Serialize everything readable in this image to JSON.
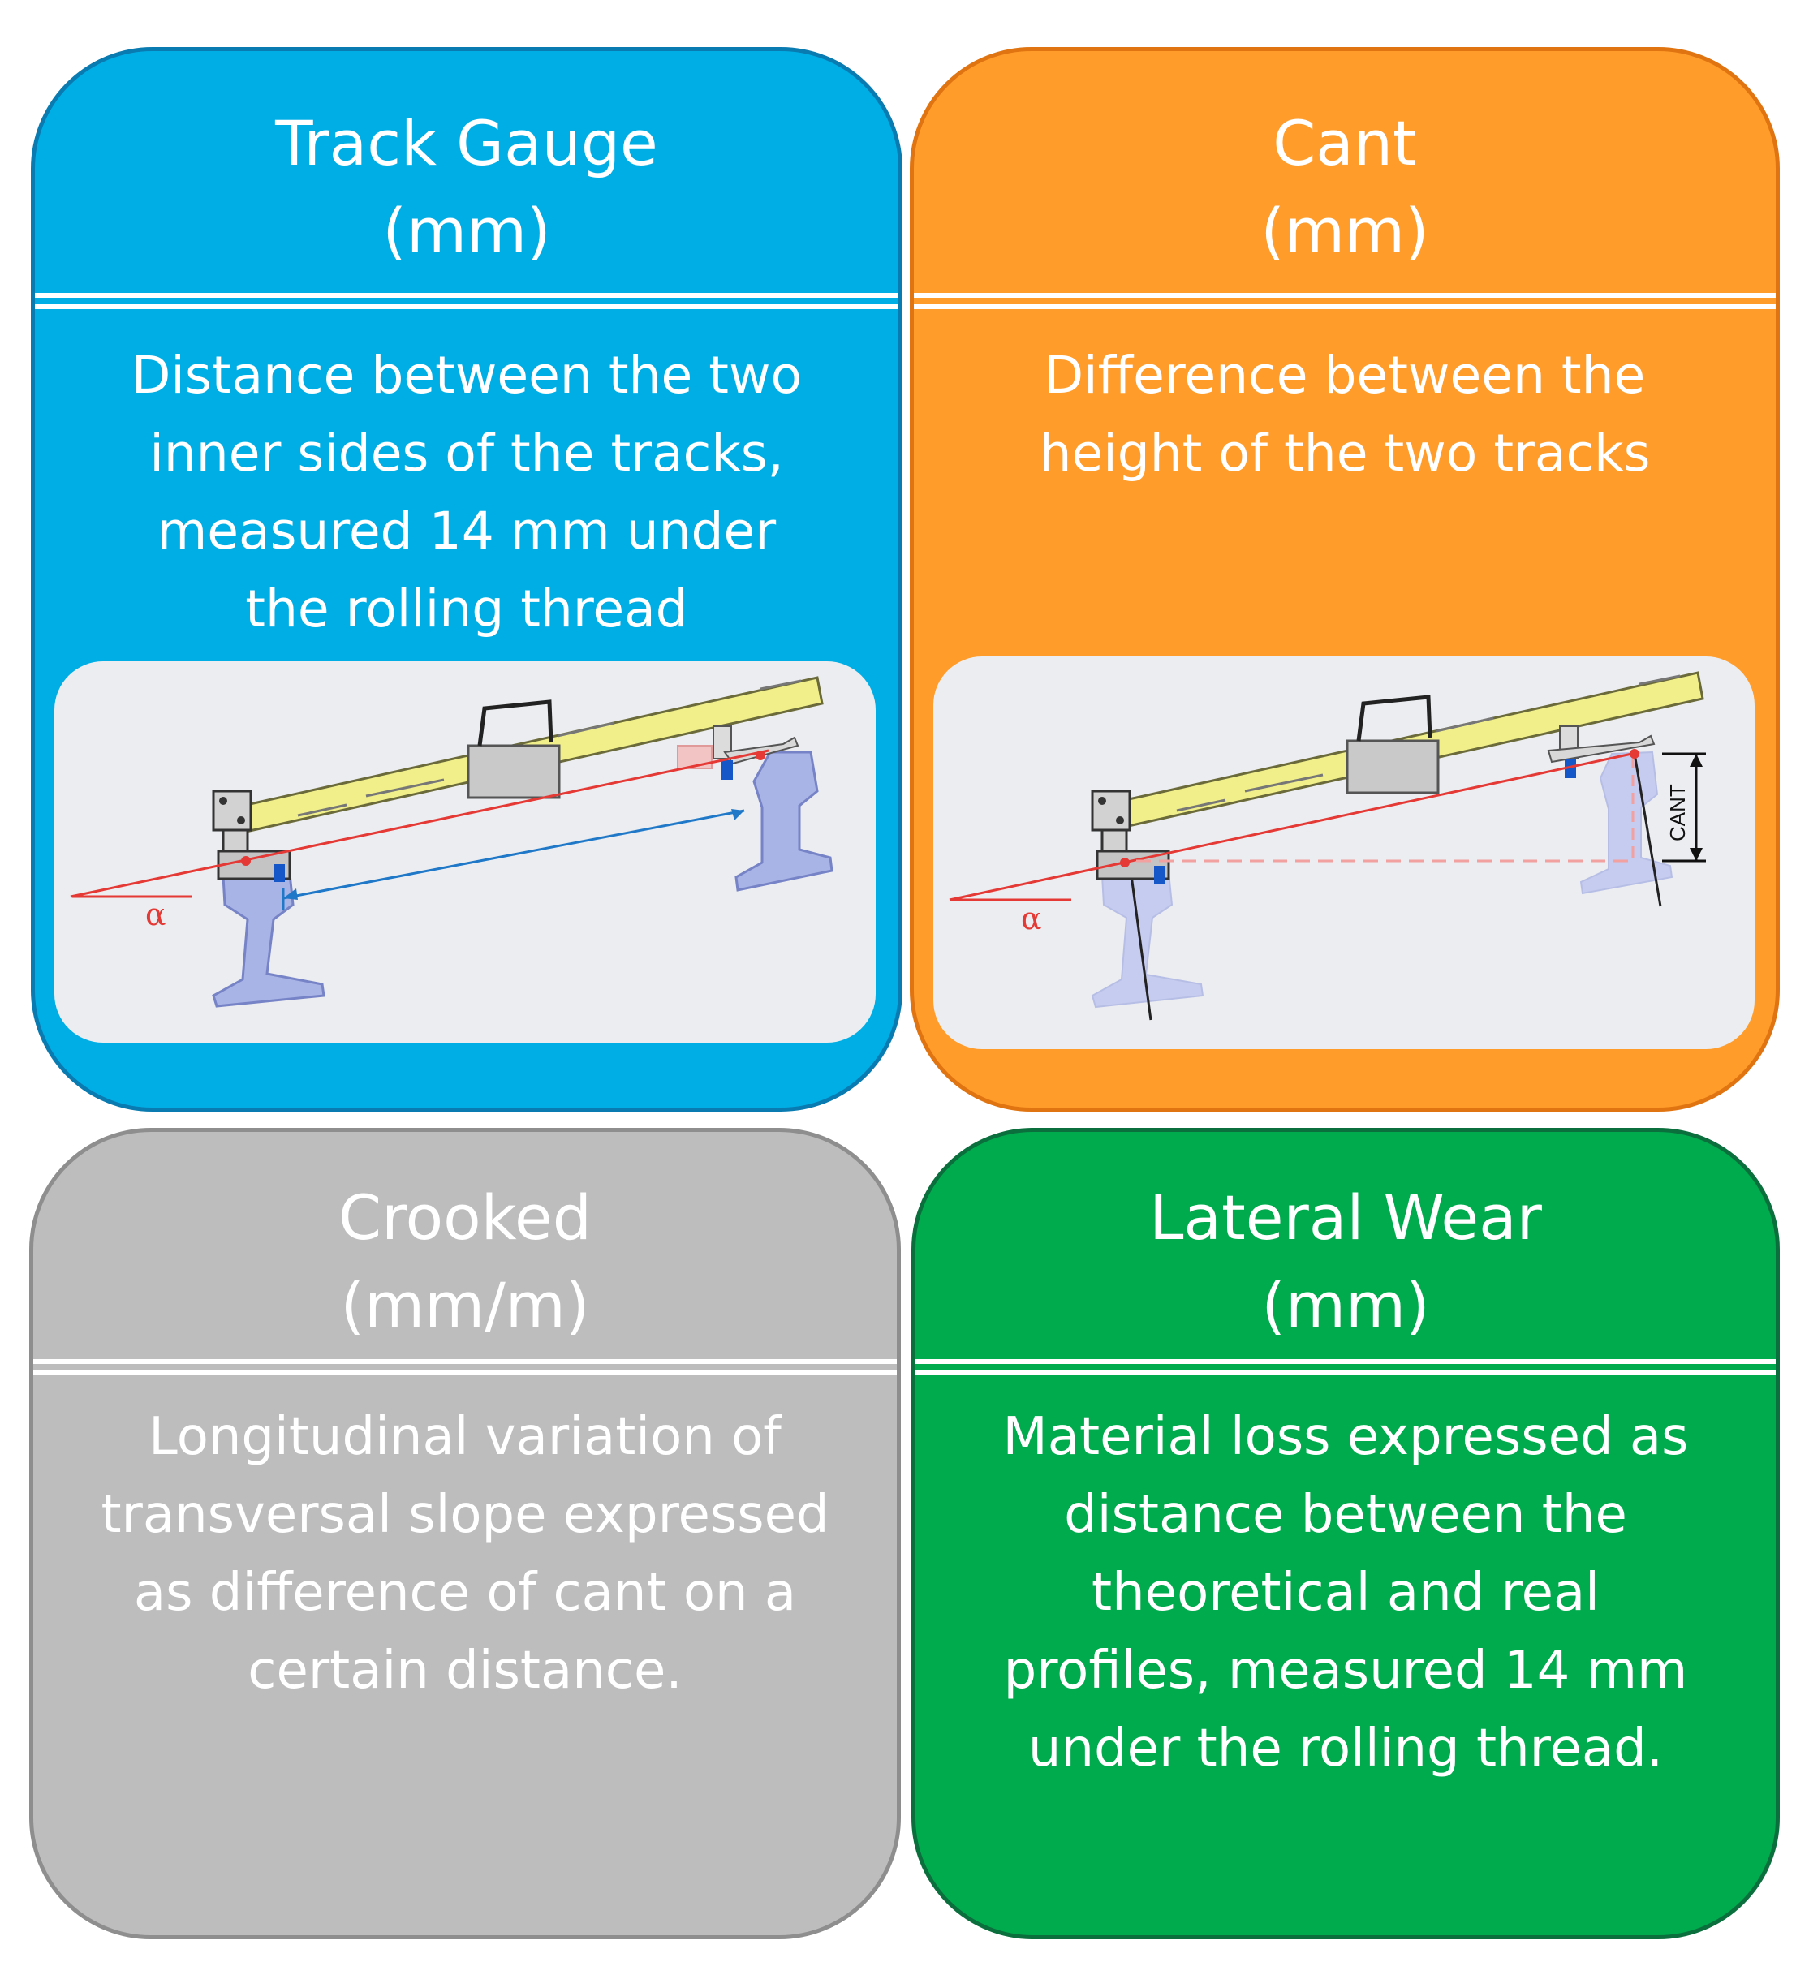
{
  "cards": {
    "track_gauge": {
      "title_lines": [
        "Track Gauge",
        "(mm)"
      ],
      "description_lines": [
        "Distance between the two",
        "inner sides of the tracks,",
        "measured 14 mm under",
        "the rolling thread"
      ],
      "diagram": {
        "angle_label": "α"
      },
      "color": "#00aee6"
    },
    "cant": {
      "title_lines": [
        "Cant",
        "(mm)"
      ],
      "description_lines": [
        "Difference between the",
        "height of the two tracks"
      ],
      "diagram": {
        "angle_label": "α",
        "dimension_label": "CANT"
      },
      "color": "#ff9c2a"
    },
    "crooked": {
      "title_lines": [
        "Crooked",
        "(mm/m)"
      ],
      "description_lines": [
        "Longitudinal variation of",
        "transversal slope expressed",
        "as difference of cant on a",
        "certain distance."
      ],
      "color": "#bdbdbd"
    },
    "lateral_wear": {
      "title_lines": [
        "Lateral Wear",
        "(mm)"
      ],
      "description_lines": [
        "Material loss expressed as",
        "distance between the",
        "theoretical and real",
        "profiles, measured  14 mm",
        "under the rolling thread."
      ],
      "color": "#00ab4d"
    }
  }
}
